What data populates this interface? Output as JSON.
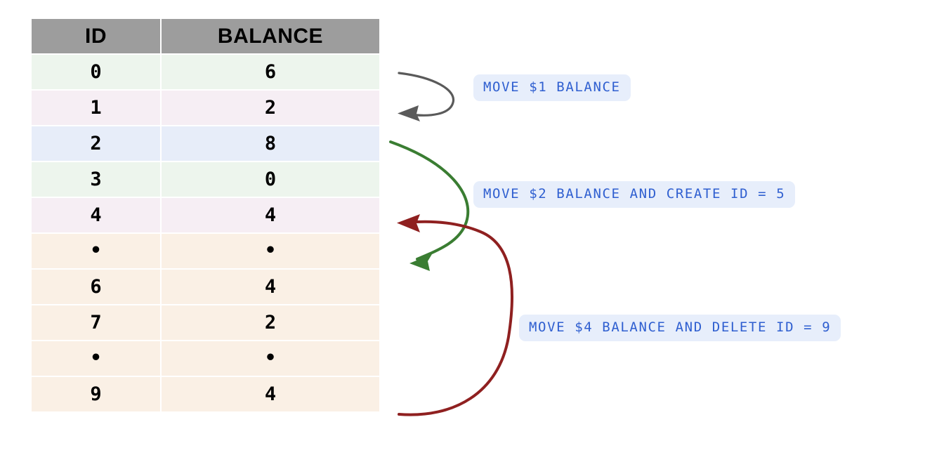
{
  "table": {
    "headers": [
      "ID",
      "BALANCE"
    ],
    "rows": [
      {
        "id": "0",
        "balance": "6",
        "tone": "green"
      },
      {
        "id": "1",
        "balance": "2",
        "tone": "pink"
      },
      {
        "id": "2",
        "balance": "8",
        "tone": "blue"
      },
      {
        "id": "3",
        "balance": "0",
        "tone": "green"
      },
      {
        "id": "4",
        "balance": "4",
        "tone": "pink"
      },
      {
        "id": "•",
        "balance": "•",
        "tone": "cream"
      },
      {
        "id": "6",
        "balance": "4",
        "tone": "cream"
      },
      {
        "id": "7",
        "balance": "2",
        "tone": "cream"
      },
      {
        "id": "•",
        "balance": "•",
        "tone": "cream"
      },
      {
        "id": "9",
        "balance": "4",
        "tone": "cream"
      }
    ]
  },
  "annotations": [
    {
      "name": "move-1",
      "text": "MOVE $1 BALANCE",
      "arrow_color": "#5a5a5a"
    },
    {
      "name": "move-2",
      "text": "MOVE $2 BALANCE AND CREATE ID = 5",
      "arrow_color": "#3a7d32"
    },
    {
      "name": "move-4",
      "text": "MOVE $4 BALANCE AND DELETE ID = 9",
      "arrow_color": "#8f2020"
    }
  ],
  "colors": {
    "header_background": "#9d9d9d",
    "row_green": "#edf5ed",
    "row_pink": "#f6eef4",
    "row_blue": "#e7edf9",
    "row_cream": "#faf0e5",
    "pill_background": "#e7eefb",
    "pill_text": "#2f5fd0",
    "arrow_gray": "#5a5a5a",
    "arrow_green": "#3a7d32",
    "arrow_red": "#8f2020"
  }
}
